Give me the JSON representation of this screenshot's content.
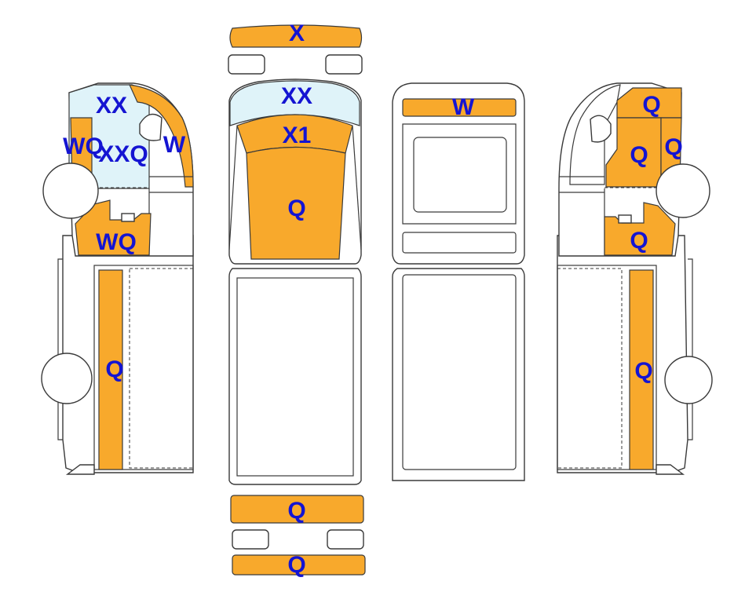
{
  "colors": {
    "damage_fill": "#f8a92c",
    "glass_fill": "#dff3f9",
    "label_color": "#1414d2",
    "outline": "#3a3a3a"
  },
  "labels": {
    "front_bumper": "X",
    "windshield": "XX",
    "hood_front": "X1",
    "roof": "Q",
    "rear_bumper_upper": "Q",
    "rear_bumper_lower": "Q",
    "rear_window": "W",
    "left_window": "XX",
    "left_pillar": "WQ",
    "left_door": "XXQ",
    "left_apillar": "W",
    "left_lower": "WQ",
    "left_box": "Q",
    "right_top": "Q",
    "right_door": "Q",
    "right_pillar": "Q",
    "right_lower": "Q",
    "right_box": "Q"
  }
}
